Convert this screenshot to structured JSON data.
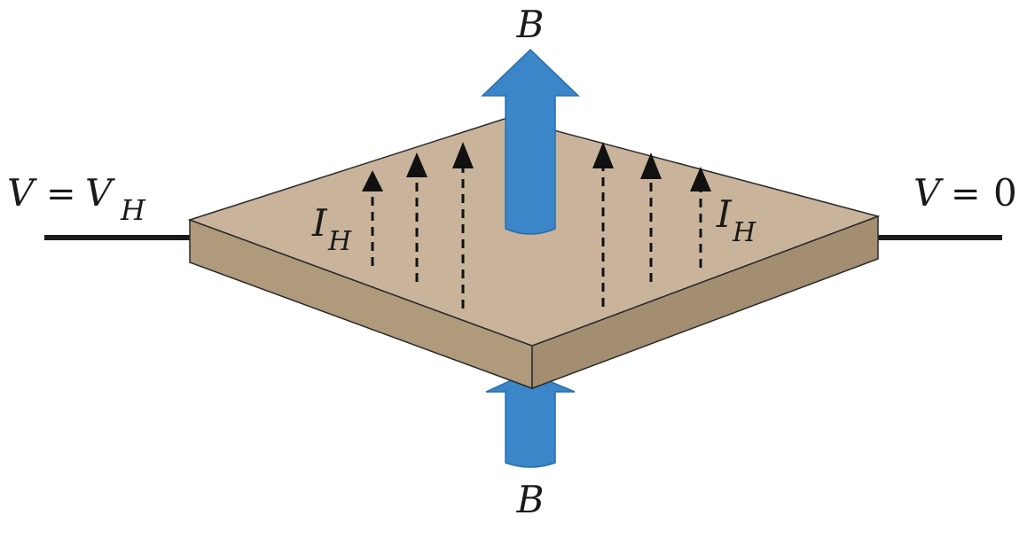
{
  "labels": {
    "b_top": "B",
    "b_bottom": "B",
    "left_voltage_var": "V",
    "left_voltage_eq": "=",
    "left_voltage_val": "V",
    "left_voltage_sub": "H",
    "right_voltage_var": "V",
    "right_voltage_eq": "=",
    "right_voltage_val": "0",
    "current_left": "I",
    "current_left_sub": "H",
    "current_right": "I",
    "current_right_sub": "H"
  },
  "colors": {
    "plate_top": "#c9b49b",
    "plate_front": "#b09a7c",
    "plate_side": "#a48e72",
    "field_arrow": "#3a86c8",
    "field_arrow_dark": "#2b6ea8",
    "wire": "#1a1a1a",
    "current_arrow": "#111111"
  }
}
